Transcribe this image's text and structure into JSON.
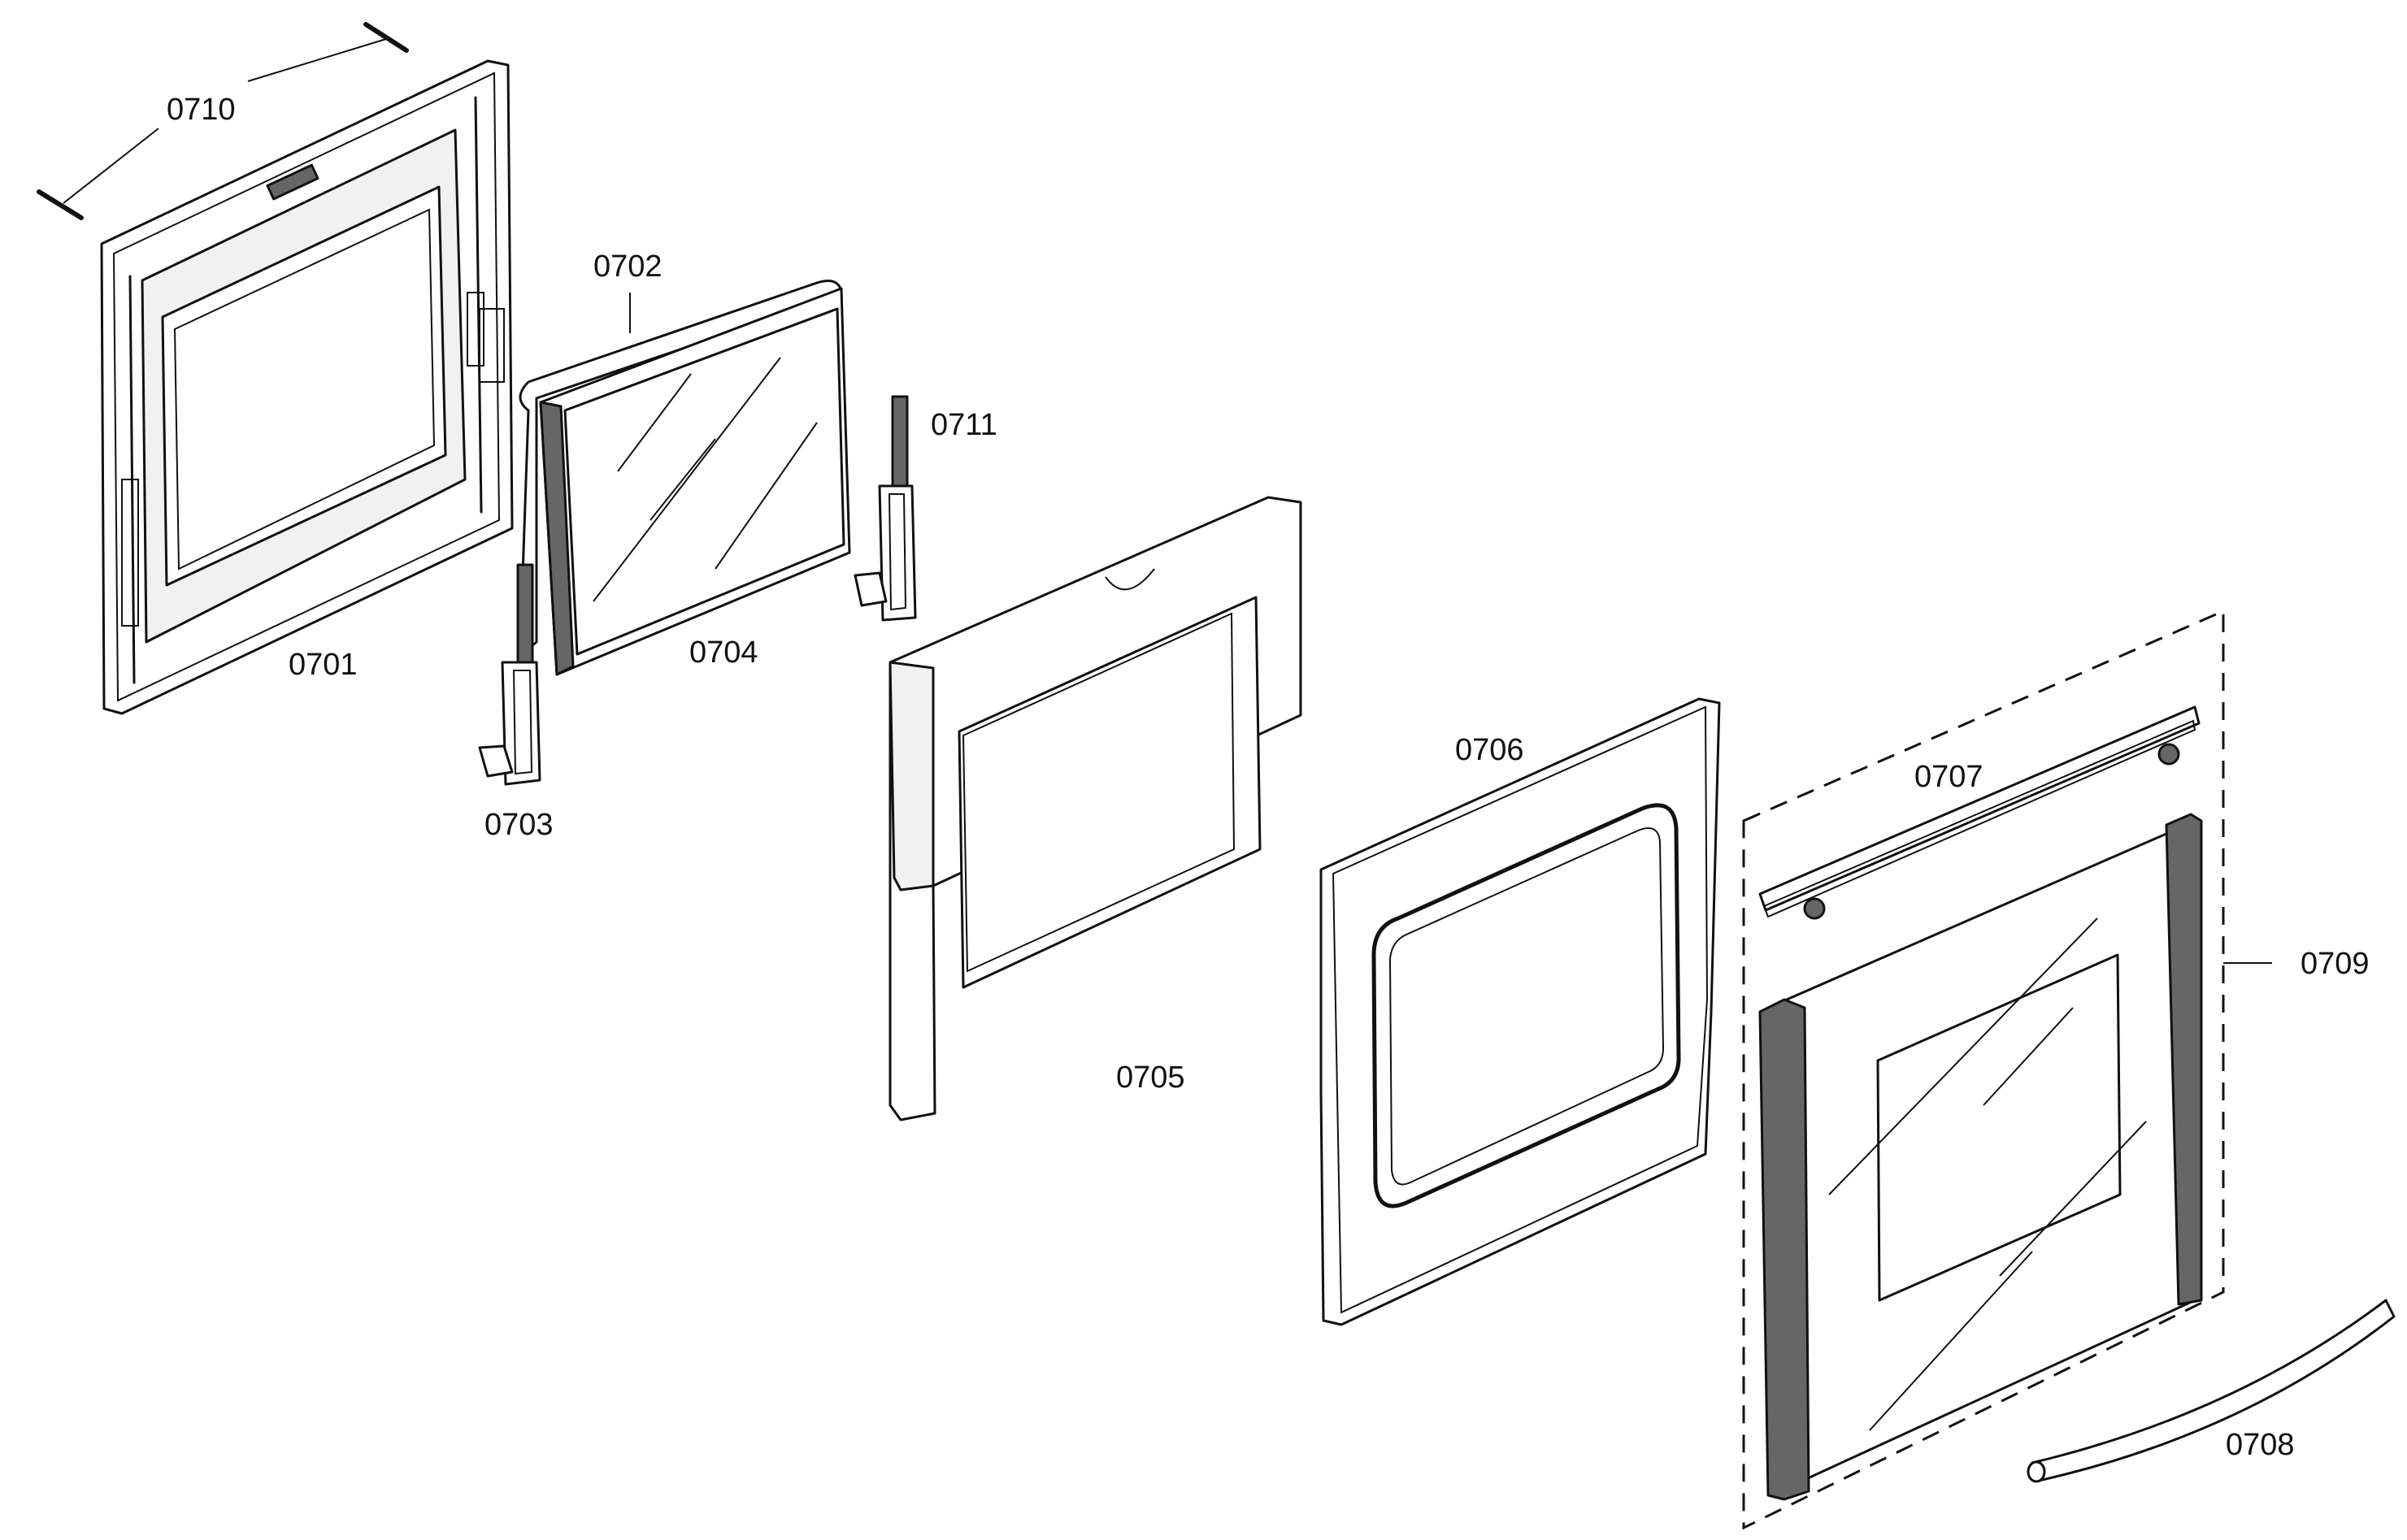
{
  "diagram_title": "",
  "parts": {
    "0701": {
      "label": "0701"
    },
    "0702": {
      "label": "0702"
    },
    "0703": {
      "label": "0703"
    },
    "0704": {
      "label": "0704"
    },
    "0705": {
      "label": "0705"
    },
    "0706": {
      "label": "0706"
    },
    "0707": {
      "label": "0707"
    },
    "0708": {
      "label": "0708"
    },
    "0709": {
      "label": "0709"
    },
    "0710": {
      "label": "0710"
    },
    "0711": {
      "label": "0711"
    }
  }
}
